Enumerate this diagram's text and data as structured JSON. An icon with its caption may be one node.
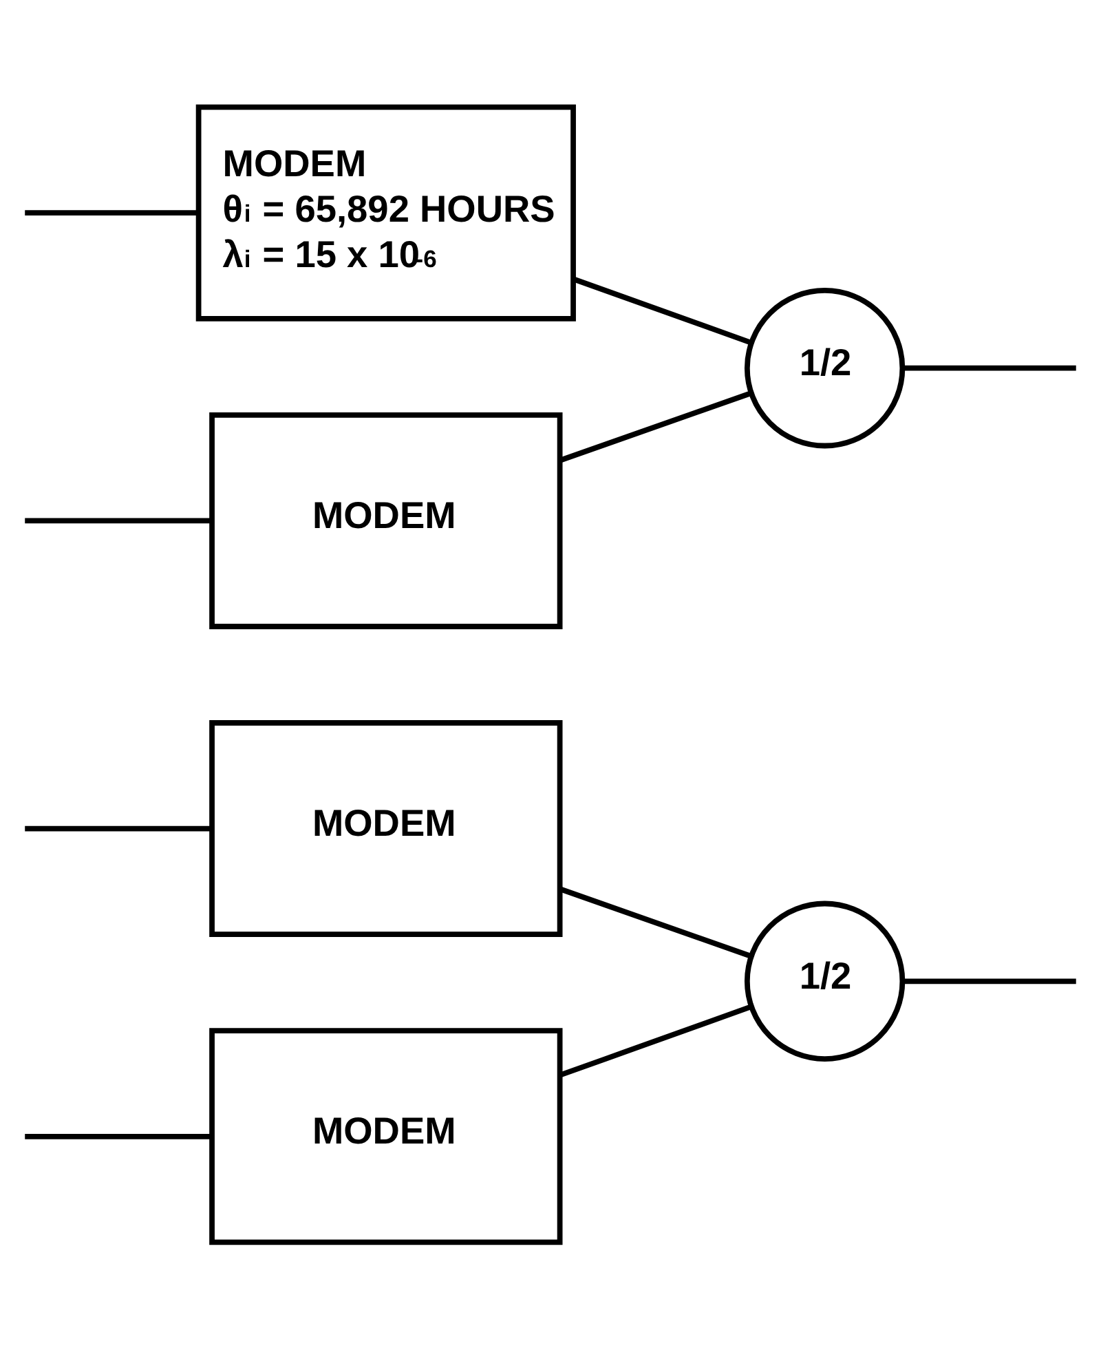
{
  "diagram": {
    "nodes": [
      {
        "text": [
          "MODEM"
        ]
      },
      {
        "text": [
          "MODEM"
        ]
      },
      {
        "text": [
          "1/2"
        ]
      },
      {
        "text": [
          "MODEM",
          "θ$_{i}$ = 65,892 HOURS",
          "λ$_{i}$ = 15 x 10$^{-6}$"
        ]
      },
      {
        "text": [
          "MODEM"
        ]
      },
      {
        "text": [
          "1/2"
        ]
      }
    ],
    "edges": [
      {
        "from": null,
        "to": 0,
        "arrow": "none"
      },
      {
        "from": null,
        "to": 1,
        "arrow": "none"
      },
      {
        "from": 0,
        "to": 2,
        "arrow": "none"
      },
      {
        "from": 1,
        "to": 2,
        "arrow": "none"
      },
      {
        "from": 2,
        "to": null,
        "arrow": "none"
      },
      {
        "from": null,
        "to": 3,
        "arrow": "none"
      },
      {
        "from": null,
        "to": 4,
        "arrow": "none"
      },
      {
        "from": 3,
        "to": 5,
        "arrow": "none"
      },
      {
        "from": 4,
        "to": 5,
        "arrow": "none"
      },
      {
        "from": 5,
        "to": null,
        "arrow": "none"
      }
    ]
  }
}
